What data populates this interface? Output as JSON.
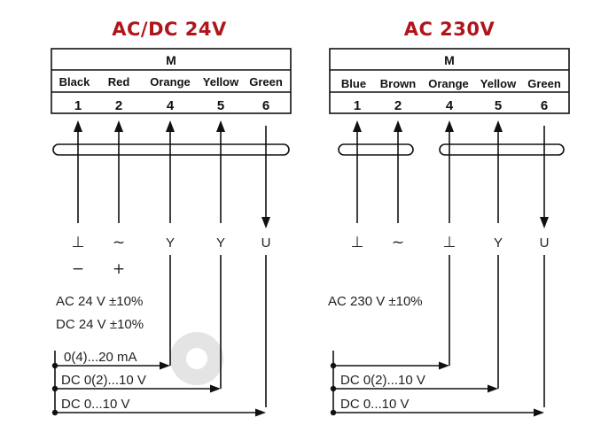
{
  "left": {
    "title": "AC/DC 24V",
    "header": "M",
    "wire_colors": [
      "Black",
      "Red",
      "Orange",
      "Yellow",
      "Green"
    ],
    "terminals": [
      "1",
      "2",
      "4",
      "5",
      "6"
    ],
    "symbols": [
      "⊥",
      "~",
      "Y",
      "Y",
      "U"
    ],
    "polarity": [
      "−",
      "+"
    ],
    "supply_notes": [
      "AC 24 V ±10%",
      "DC 24 V ±10%"
    ],
    "signals": [
      "0(4)...20 mA",
      "DC 0(2)...10 V",
      "DC 0...10 V"
    ]
  },
  "right": {
    "title": "AC 230V",
    "header": "M",
    "wire_colors": [
      "Blue",
      "Brown",
      "Orange",
      "Yellow",
      "Green"
    ],
    "terminals": [
      "1",
      "2",
      "4",
      "5",
      "6"
    ],
    "symbols": [
      "⊥",
      "~",
      "⊥",
      "Y",
      "U"
    ],
    "supply_notes": [
      "AC 230 V ±10%"
    ],
    "signals": [
      "DC 0(2)...10 V",
      "DC 0...10 V"
    ]
  }
}
